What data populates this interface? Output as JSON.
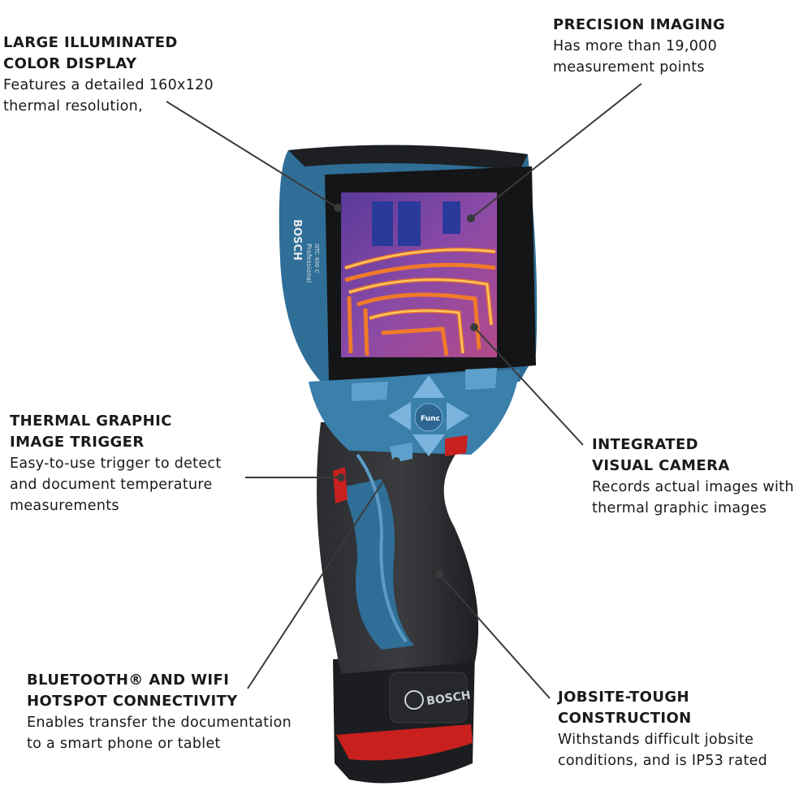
{
  "callouts": {
    "display": {
      "heading": "LARGE ILLUMINATED\nCOLOR DISPLAY",
      "description": "Features a detailed 160x120\nthermal resolution,"
    },
    "imaging": {
      "heading": "PRECISION IMAGING",
      "description": "Has more than 19,000\nmeasurement points"
    },
    "trigger": {
      "heading": "THERMAL GRAPHIC\nIMAGE TRIGGER",
      "description": "Easy-to-use trigger to detect\nand document temperature\nmeasurements"
    },
    "camera": {
      "heading": "INTEGRATED\nVISUAL CAMERA",
      "description": "Records actual images with\nthermal graphic images"
    },
    "connectivity": {
      "heading": "BLUETOOTH® AND WIFI\nHOTSPOT CONNECTIVITY",
      "description": "Enables transfer the documentation\nto a smart phone or tablet"
    },
    "construction": {
      "heading": "JOBSITE-TOUGH\nCONSTRUCTION",
      "description": "Withstands difficult jobsite\nconditions, and is IP53 rated"
    }
  },
  "device": {
    "brand": "BOSCH",
    "side_label": "Professional",
    "model_label": "GTC 400 C",
    "func_label": "Func",
    "battery_brand": "BOSCH"
  },
  "colors": {
    "body_blue": "#2f6e97",
    "body_dark": "#1d1f22",
    "accent_red": "#c8201e",
    "thermal_purple": "#7a3fa0",
    "thermal_orange": "#f07a2a",
    "text": "#1a1a1a"
  }
}
